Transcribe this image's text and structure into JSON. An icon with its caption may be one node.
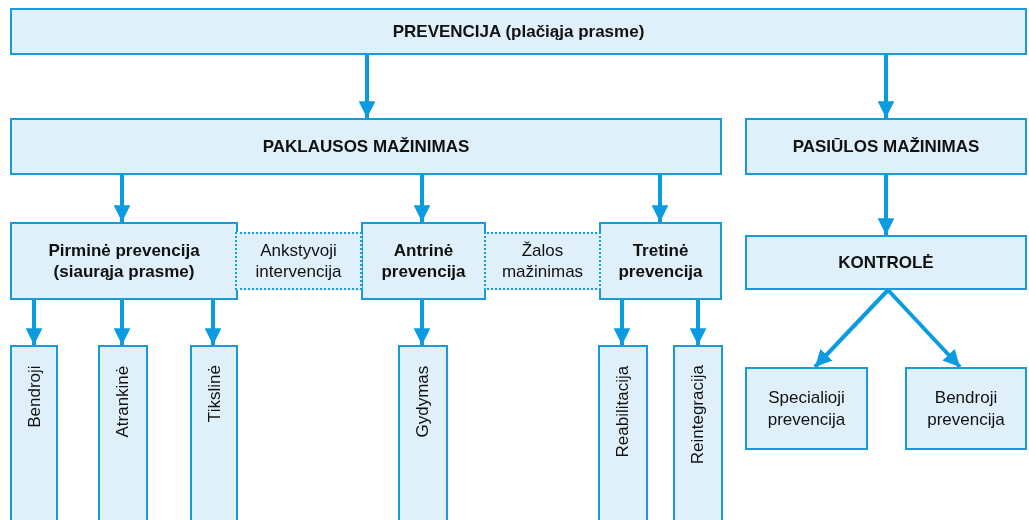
{
  "diagram": {
    "nodes": [
      {
        "text": [
          "PREVENCIJA (plačiąja prasme)"
        ]
      },
      {
        "text": [
          "PAKLAUSOS MAŽINIMAS"
        ]
      },
      {
        "text": [
          "PASIŪLOS MAŽINIMAS"
        ]
      },
      {
        "text": [
          "Pirminė prevencija (siaurąja prasme)"
        ]
      },
      {
        "text": [
          "Ankstyvoji intervencija"
        ]
      },
      {
        "text": [
          "Antrinė prevencija"
        ]
      },
      {
        "text": [
          "Žalos mažinimas"
        ]
      },
      {
        "text": [
          "Tretinė prevencija"
        ]
      },
      {
        "text": [
          "KONTROLĖ"
        ]
      },
      {
        "text": [
          "Bendroji"
        ]
      },
      {
        "text": [
          "Atrankinė"
        ]
      },
      {
        "text": [
          "Tikslinė"
        ]
      },
      {
        "text": [
          "Gydymas"
        ]
      },
      {
        "text": [
          "Reabilitacija"
        ]
      },
      {
        "text": [
          "Reintegracija"
        ]
      },
      {
        "text": [
          "Specialioji prevencija"
        ]
      },
      {
        "text": [
          "Bendroji prevencija"
        ]
      }
    ],
    "edges": [
      {
        "from": 0,
        "to": 1,
        "arrow": "to"
      },
      {
        "from": 0,
        "to": 2,
        "arrow": "to"
      },
      {
        "from": 1,
        "to": 3,
        "arrow": "to"
      },
      {
        "from": 1,
        "to": 5,
        "arrow": "to"
      },
      {
        "from": 1,
        "to": 7,
        "arrow": "to"
      },
      {
        "from": 2,
        "to": 8,
        "arrow": "to"
      },
      {
        "from": 3,
        "to": 9,
        "arrow": "to"
      },
      {
        "from": 3,
        "to": 10,
        "arrow": "to"
      },
      {
        "from": 3,
        "to": 11,
        "arrow": "to"
      },
      {
        "from": 5,
        "to": 12,
        "arrow": "to"
      },
      {
        "from": 7,
        "to": 13,
        "arrow": "to"
      },
      {
        "from": 7,
        "to": 14,
        "arrow": "to"
      },
      {
        "from": 8,
        "to": 15,
        "arrow": "to"
      },
      {
        "from": 8,
        "to": 16,
        "arrow": "to"
      }
    ]
  }
}
